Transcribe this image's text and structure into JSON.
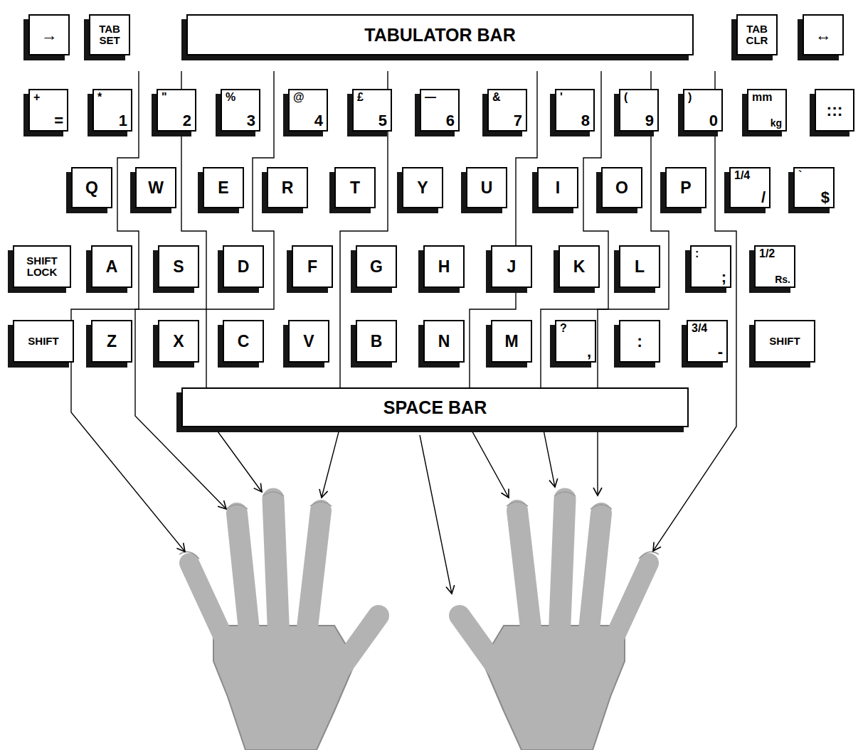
{
  "diagram": {
    "nodes": [
      {
        "text": [
          "→"
        ]
      },
      {
        "text": [
          "TAB SET"
        ]
      },
      {
        "text": [
          "TABULATOR BAR"
        ]
      },
      {
        "text": [
          "TAB CLR"
        ]
      },
      {
        "text": [
          "↔"
        ]
      },
      {
        "text": [
          "+",
          "="
        ]
      },
      {
        "text": [
          "*",
          "1"
        ]
      },
      {
        "text": [
          "\"",
          "2"
        ]
      },
      {
        "text": [
          "%",
          "3"
        ]
      },
      {
        "text": [
          "@",
          "4"
        ]
      },
      {
        "text": [
          "£",
          "5"
        ]
      },
      {
        "text": [
          "—",
          "6"
        ]
      },
      {
        "text": [
          "&",
          "7"
        ]
      },
      {
        "text": [
          "'",
          "8"
        ]
      },
      {
        "text": [
          "(",
          "9"
        ]
      },
      {
        "text": [
          ")",
          "0"
        ]
      },
      {
        "text": [
          "mm",
          "kg"
        ]
      },
      {
        "text": [
          ":::"
        ]
      },
      {
        "text": [
          "Q"
        ]
      },
      {
        "text": [
          "W"
        ]
      },
      {
        "text": [
          "E"
        ]
      },
      {
        "text": [
          "R"
        ]
      },
      {
        "text": [
          "T"
        ]
      },
      {
        "text": [
          "Y"
        ]
      },
      {
        "text": [
          "U"
        ]
      },
      {
        "text": [
          "I"
        ]
      },
      {
        "text": [
          "O"
        ]
      },
      {
        "text": [
          "P"
        ]
      },
      {
        "text": [
          "1/4",
          "/"
        ]
      },
      {
        "text": [
          "`",
          "$"
        ]
      },
      {
        "text": [
          "SHIFT LOCK"
        ]
      },
      {
        "text": [
          "A"
        ]
      },
      {
        "text": [
          "S"
        ]
      },
      {
        "text": [
          "D"
        ]
      },
      {
        "text": [
          "F"
        ]
      },
      {
        "text": [
          "G"
        ]
      },
      {
        "text": [
          "H"
        ]
      },
      {
        "text": [
          "J"
        ]
      },
      {
        "text": [
          "K"
        ]
      },
      {
        "text": [
          "L"
        ]
      },
      {
        "text": [
          ":",
          ";"
        ]
      },
      {
        "text": [
          "1/2",
          "Rs."
        ]
      },
      {
        "text": [
          "SHIFT"
        ]
      },
      {
        "text": [
          "Z"
        ]
      },
      {
        "text": [
          "X"
        ]
      },
      {
        "text": [
          "C"
        ]
      },
      {
        "text": [
          "V"
        ]
      },
      {
        "text": [
          "B"
        ]
      },
      {
        "text": [
          "N"
        ]
      },
      {
        "text": [
          "M"
        ]
      },
      {
        "text": [
          "?",
          ","
        ]
      },
      {
        "text": [
          ":"
        ]
      },
      {
        "text": [
          "3/4",
          "-"
        ]
      },
      {
        "text": [
          "SHIFT"
        ]
      },
      {
        "text": [
          "SPACE BAR"
        ]
      }
    ]
  }
}
